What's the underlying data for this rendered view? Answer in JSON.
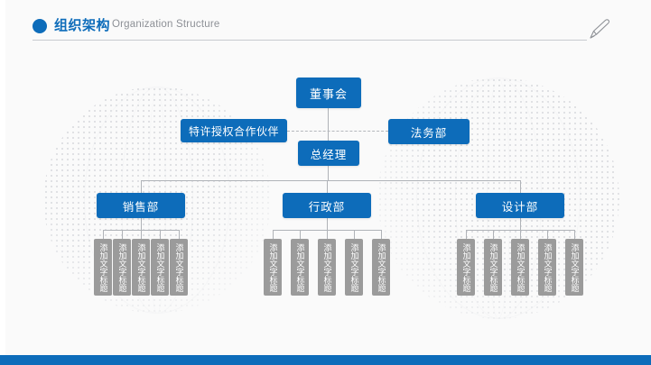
{
  "header": {
    "dot_icon": "bullet-dot-icon",
    "title": "组织架构",
    "subtitle": "Organization Structure",
    "pen_icon": "pen-icon"
  },
  "theme": {
    "accent_blue": "#0d6cba",
    "leaf_gray": "#9b9b9b",
    "connector_gray": "#b0b3b8",
    "background": "#fafafa",
    "subtitle_gray": "#8d9096"
  },
  "chart_data": {
    "type": "diagram",
    "title": "组织架构",
    "subtitle": "Organization Structure",
    "root": {
      "label": "董事会",
      "children": [
        {
          "label": "总经理",
          "children": [
            {
              "label": "销售部",
              "children": [
                {
                  "label": "添加文字标题"
                },
                {
                  "label": "添加文字标题"
                },
                {
                  "label": "添加文字标题"
                },
                {
                  "label": "添加文字标题"
                },
                {
                  "label": "添加文字标题"
                }
              ]
            },
            {
              "label": "行政部",
              "children": [
                {
                  "label": "添加文字标题"
                },
                {
                  "label": "添加文字标题"
                },
                {
                  "label": "添加文字标题"
                },
                {
                  "label": "添加文字标题"
                },
                {
                  "label": "添加文字标题"
                }
              ]
            },
            {
              "label": "设计部",
              "children": [
                {
                  "label": "添加文字标题"
                },
                {
                  "label": "添加文字标题"
                },
                {
                  "label": "添加文字标题"
                },
                {
                  "label": "添加文字标题"
                },
                {
                  "label": "添加文字标题"
                }
              ]
            }
          ]
        }
      ]
    },
    "side_nodes": [
      {
        "label": "特许授权合作伙伴",
        "side": "left",
        "link": "dashed"
      },
      {
        "label": "法务部",
        "side": "right",
        "link": "dashed"
      }
    ]
  },
  "nodes": {
    "board": "董事会",
    "general_manager": "总经理",
    "legal": "法务部",
    "partner": "特许授权合作伙伴",
    "sales": "销售部",
    "admin": "行政部",
    "design": "设计部",
    "leaf": "添加文字标题"
  }
}
